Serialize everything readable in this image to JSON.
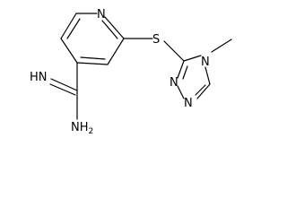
{
  "molecule": {
    "atoms": {
      "n_pyridine": "N",
      "s_linker": "S",
      "n_triazole_methyl": "N",
      "methyl": "",
      "n_triazole_a": "N",
      "n_triazole_b": "N",
      "imine": "HN",
      "amine_n": "NH",
      "amine_sub": "2"
    }
  }
}
